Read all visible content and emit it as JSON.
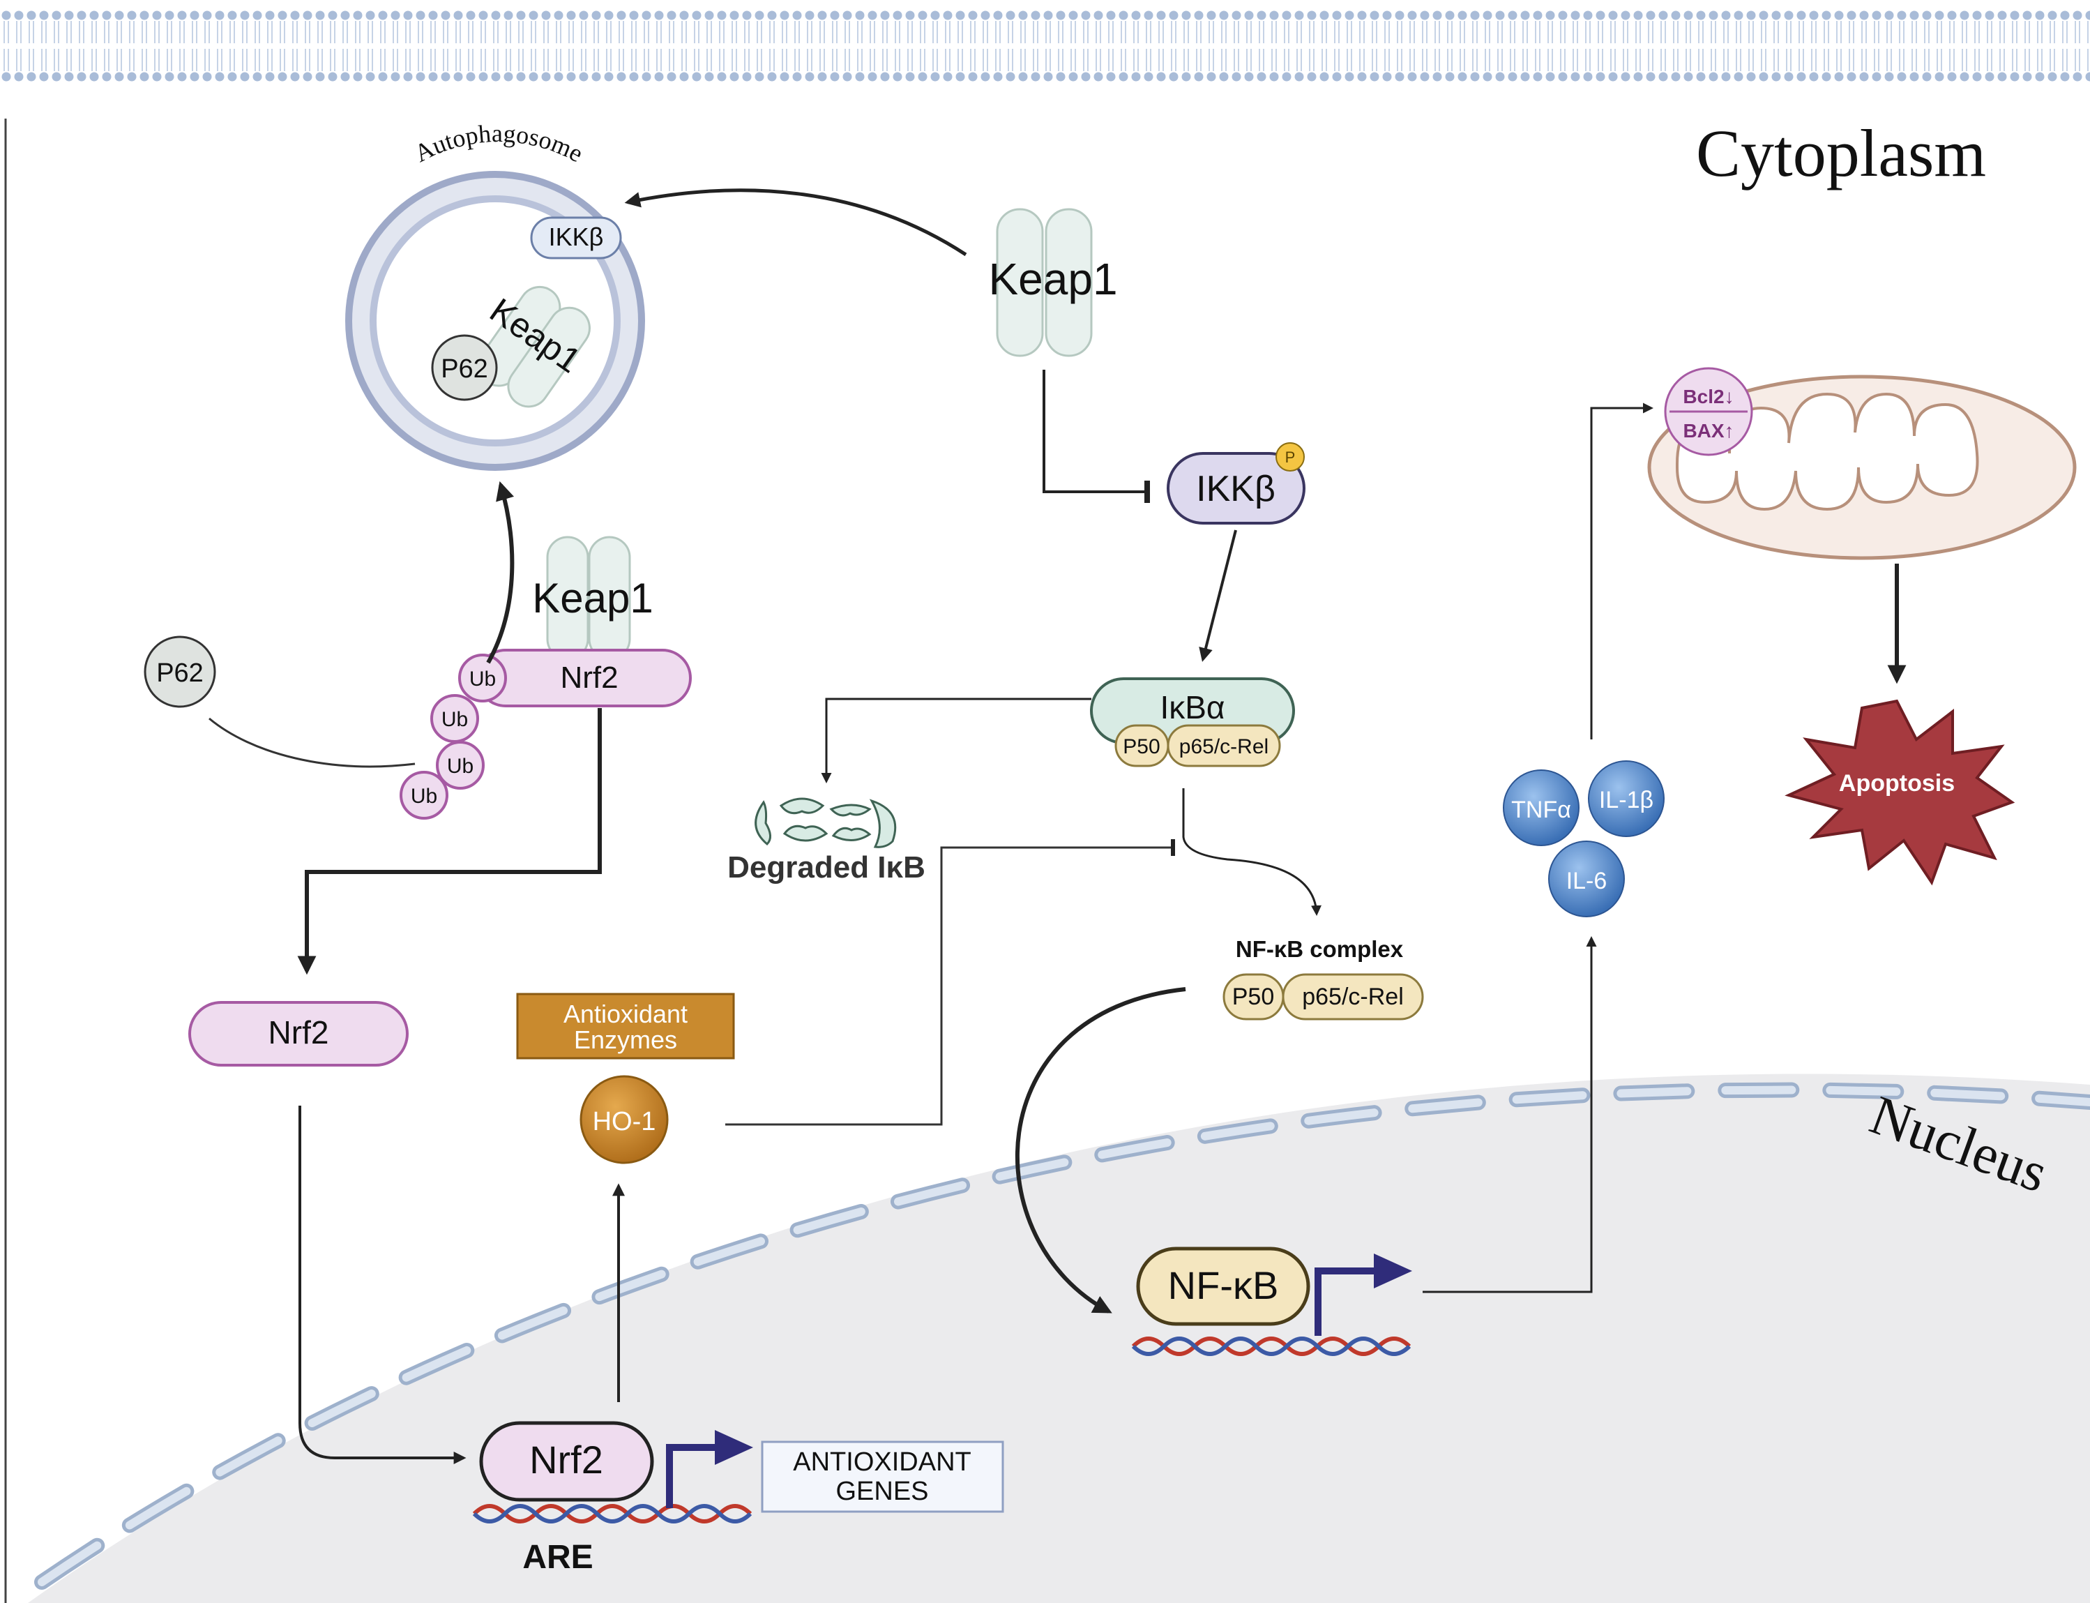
{
  "compartments": {
    "cytoplasm": "Cytoplasm",
    "nucleus": "Nucleus"
  },
  "autophagosome": {
    "label": "Autophagosome",
    "ikkb": "IKKβ",
    "keap1": "Keap1",
    "p62": "P62"
  },
  "keap1_free": "Keap1",
  "ikkb_phos": {
    "label": "IKKβ",
    "phospho": "P"
  },
  "keap1_nrf2": {
    "keap1": "Keap1",
    "nrf2": "Nrf2",
    "ub": [
      "Ub",
      "Ub",
      "Ub",
      "Ub"
    ]
  },
  "p62_free": "P62",
  "ikba_complex": {
    "ikba": "IκBα",
    "p50": "P50",
    "p65": "p65/c-Rel"
  },
  "degraded": "Degraded IκB",
  "nrf2_free": "Nrf2",
  "antioxidant_enzymes": {
    "line1": "Antioxidant",
    "line2": "Enzymes"
  },
  "ho1": "HO-1",
  "nfkb_complex": {
    "title": "NF-κB complex",
    "p50": "P50",
    "p65": "p65/c-Rel"
  },
  "cytokines": [
    "TNFα",
    "IL-1β",
    "IL-6"
  ],
  "mito": {
    "bcl2": "Bcl2↓",
    "bax": "BAX↑"
  },
  "apoptosis": "Apoptosis",
  "nfkb_nuclear": "NF-κB",
  "nrf2_nuclear": "Nrf2",
  "are": "ARE",
  "antioxidant_genes": {
    "line1": "ANTIOXIDANT",
    "line2": "GENES"
  },
  "colors": {
    "membrane": "#b8c8de",
    "nucleus_fill": "#ebebed",
    "nrf2": "#efdcef",
    "nrf2_stroke": "#a65aa3",
    "keap1": "#e8f1ee",
    "ikba": "#d8ebe4",
    "nfkb": "#f4e6bf",
    "ikkb": "#ddd9ee",
    "cytokine": "#4f86c6",
    "enzyme_box": "#c98a2e",
    "apoptosis": "#a63a3f",
    "promoter_arrow": "#2f2c7a"
  }
}
